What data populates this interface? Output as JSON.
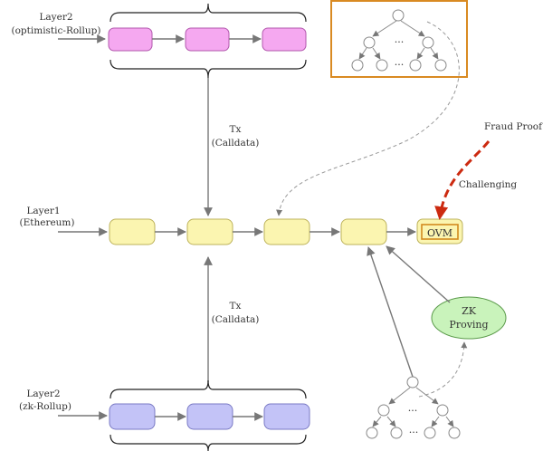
{
  "layer2_optimistic": {
    "title": "Layer2",
    "subtitle": "(optimistic-Rollup)",
    "color": "#f5a8f0",
    "border": "#b258ad"
  },
  "layer1": {
    "title": "Layer1",
    "subtitle": "(Ethereum)",
    "color": "#fbf5b0",
    "border": "#bdb25a"
  },
  "layer2_zk": {
    "title": "Layer2",
    "subtitle": "(zk-Rollup)",
    "color": "#c3c3f7",
    "border": "#7a7ac4"
  },
  "tx_top": {
    "line1": "Tx",
    "line2": "(Calldata)"
  },
  "tx_bottom": {
    "line1": "Tx",
    "line2": "(Calldata)"
  },
  "ovm": {
    "label": "OVM",
    "border": "#d28a1e"
  },
  "fraud_proof": {
    "label": "Fraud Proof",
    "color": "#cc2a10"
  },
  "challenging": {
    "label": "Challenging"
  },
  "zk_proving": {
    "line1": "ZK",
    "line2": "Proving",
    "color": "#c9f3bb",
    "border": "#5a9a4a"
  },
  "state_tree_top": {
    "dots": "···",
    "frame_color": "#d98a22"
  },
  "state_tree_bottom": {
    "dots": "···"
  }
}
